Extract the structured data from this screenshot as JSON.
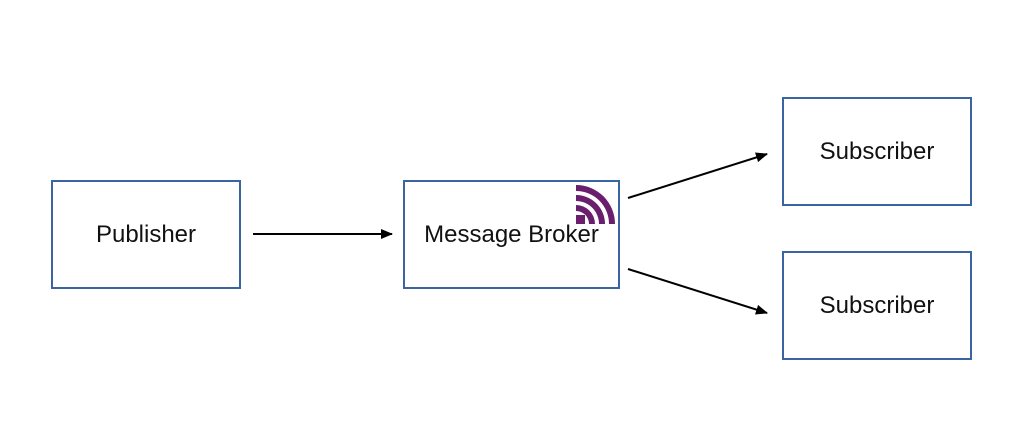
{
  "nodes": {
    "publisher": {
      "label": "Publisher"
    },
    "broker": {
      "label": "Message Broker",
      "logo_icon": "broadcast-waves-icon",
      "logo_color": "#6b1e6e"
    },
    "subscribers": [
      {
        "label": "Subscriber"
      },
      {
        "label": "Subscriber"
      }
    ]
  },
  "colors": {
    "box_border": "#3b64a3",
    "arrow": "#000000"
  }
}
